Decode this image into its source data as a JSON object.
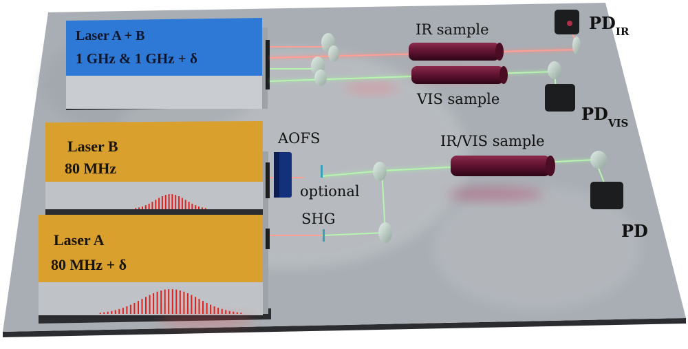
{
  "lasers": {
    "ab": {
      "line1": "Laser A + B",
      "line2": "1 GHz & 1 GHz + δ"
    },
    "b": {
      "line1": "Laser B",
      "line2": "80 MHz"
    },
    "a": {
      "line1": "Laser A",
      "line2": "80 MHz + δ"
    }
  },
  "labels": {
    "ir_sample": "IR sample",
    "vis_sample": "VIS sample",
    "irvis_sample": "IR/VIS sample",
    "aofs": "AOFS",
    "optional": "optional",
    "shg": "SHG",
    "pd_ir": "PD",
    "pd_ir_sub": "IR",
    "pd_vis": "PD",
    "pd_vis_sub": "VIS",
    "pd": "PD"
  },
  "colors": {
    "laser_ab": "#2f79d6",
    "laser_ab_side": "#c9ccd0",
    "laser_orange": "#d9a02e",
    "laser_side": "#bfc2c6",
    "ir_beam": "#ff8a80",
    "vis_beam": "#a6f0a0",
    "sample": "#6b1838",
    "table": "#a9aeb4",
    "pulse": "#e0201e",
    "aofs": "#13307a"
  }
}
